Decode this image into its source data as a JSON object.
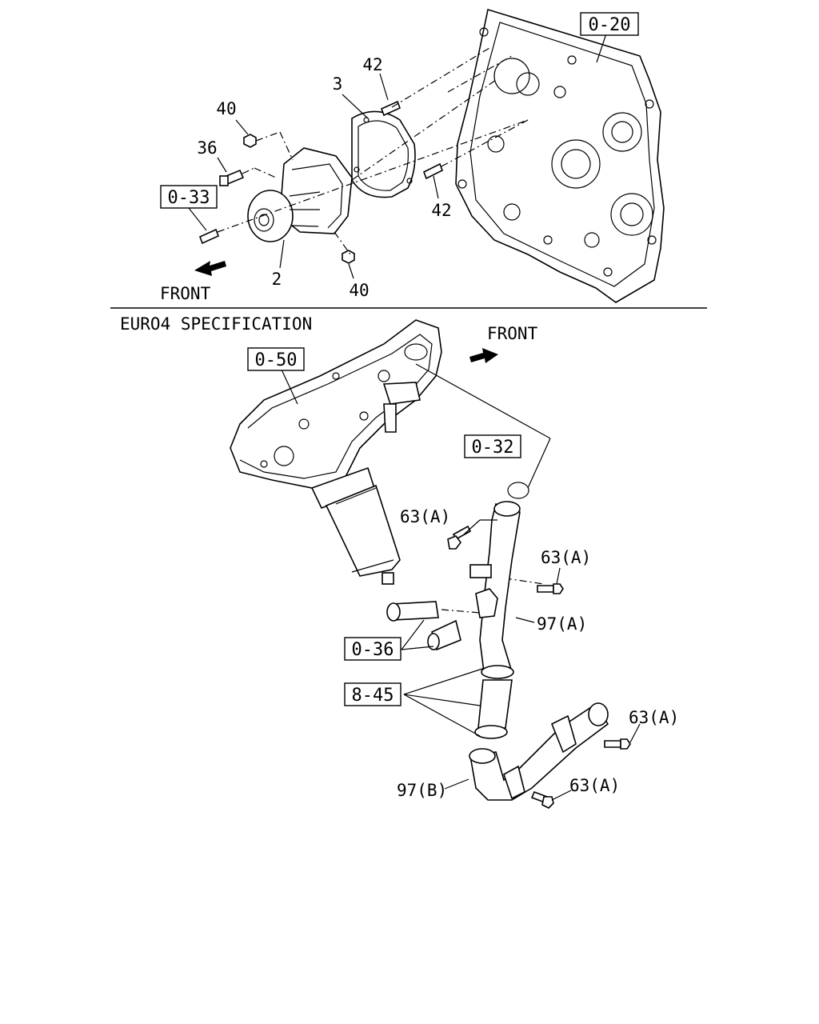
{
  "upper_section": {
    "front_label": "FRONT",
    "refs": {
      "r020": "0-20",
      "r033": "0-33"
    },
    "parts": {
      "p42a": "42",
      "p3": "3",
      "p40a": "40",
      "p36": "36",
      "p42b": "42",
      "p2": "2",
      "p40b": "40"
    }
  },
  "lower_section": {
    "heading": "EURO4 SPECIFICATION",
    "front_label": "FRONT",
    "refs": {
      "r050": "0-50",
      "r032": "0-32",
      "r036": "0-36",
      "r845": "8-45"
    },
    "parts": {
      "p63a1": "63(A)",
      "p63a2": "63(A)",
      "p97a": "97(A)",
      "p63a3": "63(A)",
      "p97b": "97(B)",
      "p63a4": "63(A)"
    }
  }
}
